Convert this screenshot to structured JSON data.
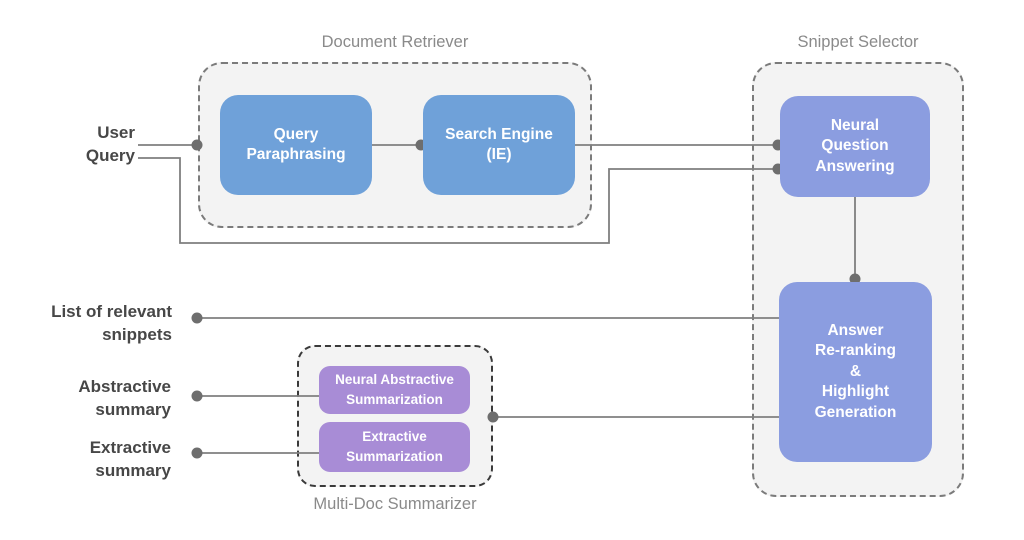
{
  "colors": {
    "node_blue": "#6fa1d9",
    "node_periwinkle": "#8b9de0",
    "node_purple": "#a88cd6",
    "group_fill": "#f3f3f3",
    "group_border": "#7b7b7b",
    "multidoc_border": "#3a3a3a",
    "line_gray": "#7f7f7f",
    "dot_gray": "#6e6e6e",
    "label_text": "#474747",
    "title_text": "#8a8a8a"
  },
  "diagram": {
    "groups": {
      "document_retriever": {
        "title": "Document Retriever"
      },
      "snippet_selector": {
        "title": "Snippet Selector"
      },
      "multi_doc_summarizer": {
        "title": "Multi-Doc Summarizer"
      }
    },
    "nodes": {
      "query_paraphrasing": {
        "label": "Query\nParaphrasing"
      },
      "search_engine": {
        "label": "Search Engine\n(IE)"
      },
      "neural_question_answering": {
        "label": "Neural\nQuestion\nAnswering"
      },
      "answer_reranking": {
        "label": "Answer\nRe-ranking\n&\nHighlight\nGeneration"
      },
      "neural_abstractive_summarization": {
        "label": "Neural Abstractive\nSummarization"
      },
      "extractive_summarization": {
        "label": "Extractive\nSummarization"
      }
    },
    "io_labels": {
      "user_query": "User\nQuery",
      "list_of_relevant_snippets": "List of relevant\nsnippets",
      "abstractive_summary": "Abstractive\nsummary",
      "extractive_summary": "Extractive\nsummary"
    }
  }
}
